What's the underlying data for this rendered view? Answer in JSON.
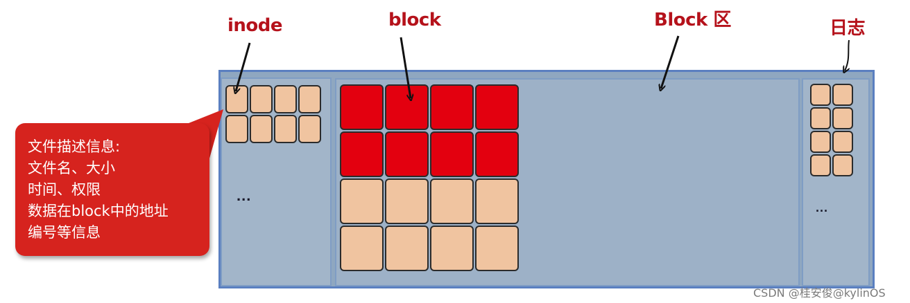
{
  "labels": {
    "inode": "inode",
    "block": "block",
    "block_zone": "Block 区",
    "log": "日志"
  },
  "inode_table": {
    "cells": [
      {
        "used": false
      },
      {
        "used": false
      },
      {
        "used": false
      },
      {
        "used": false
      },
      {
        "used": false
      },
      {
        "used": false
      },
      {
        "used": false
      },
      {
        "used": false
      }
    ],
    "ellipsis": "..."
  },
  "blocks": {
    "cells": [
      {
        "used": true
      },
      {
        "used": true
      },
      {
        "used": true
      },
      {
        "used": true
      },
      {
        "used": true
      },
      {
        "used": true
      },
      {
        "used": true
      },
      {
        "used": true
      },
      {
        "used": false
      },
      {
        "used": false
      },
      {
        "used": false
      },
      {
        "used": false
      },
      {
        "used": false
      },
      {
        "used": false
      },
      {
        "used": false
      },
      {
        "used": false
      }
    ]
  },
  "journal": {
    "cells": [
      {
        "used": false
      },
      {
        "used": false
      },
      {
        "used": false
      },
      {
        "used": false
      },
      {
        "used": false
      },
      {
        "used": false
      },
      {
        "used": false
      },
      {
        "used": false
      }
    ],
    "ellipsis": "..."
  },
  "callout": {
    "lines": [
      "文件描述信息:",
      "文件名、大小",
      "时间、权限",
      "数据在block中的地址",
      "编号等信息"
    ]
  },
  "colors": {
    "label_red": "#b5121b",
    "used_block": "#e3000f",
    "free_block": "#f0c4a0",
    "callout_bg": "#d6231e",
    "disk_bg": "#8fa7c0"
  },
  "watermark": "CSDN @桂安俊@kylinOS"
}
